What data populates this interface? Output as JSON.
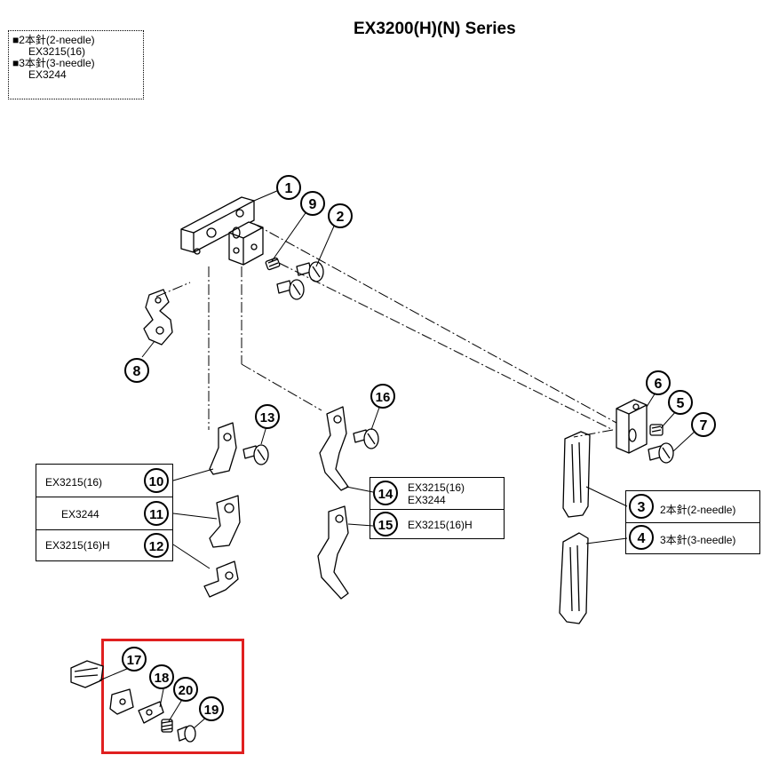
{
  "title": "EX3200(H)(N) Series",
  "legend": {
    "line1": "■2本針(2-needle)",
    "line2": "EX3215(16)",
    "line3": "■3本針(3-needle)",
    "line4": "EX3244"
  },
  "callouts": [
    "1",
    "2",
    "3",
    "4",
    "5",
    "6",
    "7",
    "8",
    "9",
    "10",
    "11",
    "12",
    "13",
    "14",
    "15",
    "16",
    "17",
    "18",
    "19",
    "20"
  ],
  "box_left": {
    "r10": "EX3215(16)",
    "r11": "EX3244",
    "r12": "EX3215(16)H",
    "n10": "10",
    "n11": "11",
    "n12": "12"
  },
  "box_mid": {
    "r14a": "EX3215(16)",
    "r14b": "EX3244",
    "r15": "EX3215(16)H",
    "n14": "14",
    "n15": "15"
  },
  "box_right": {
    "r3": "2本針(2-needle)",
    "r4": "3本針(3-needle)",
    "n3": "3",
    "n4": "4"
  },
  "colors": {
    "highlight": "#e02020",
    "ink": "#000000"
  }
}
